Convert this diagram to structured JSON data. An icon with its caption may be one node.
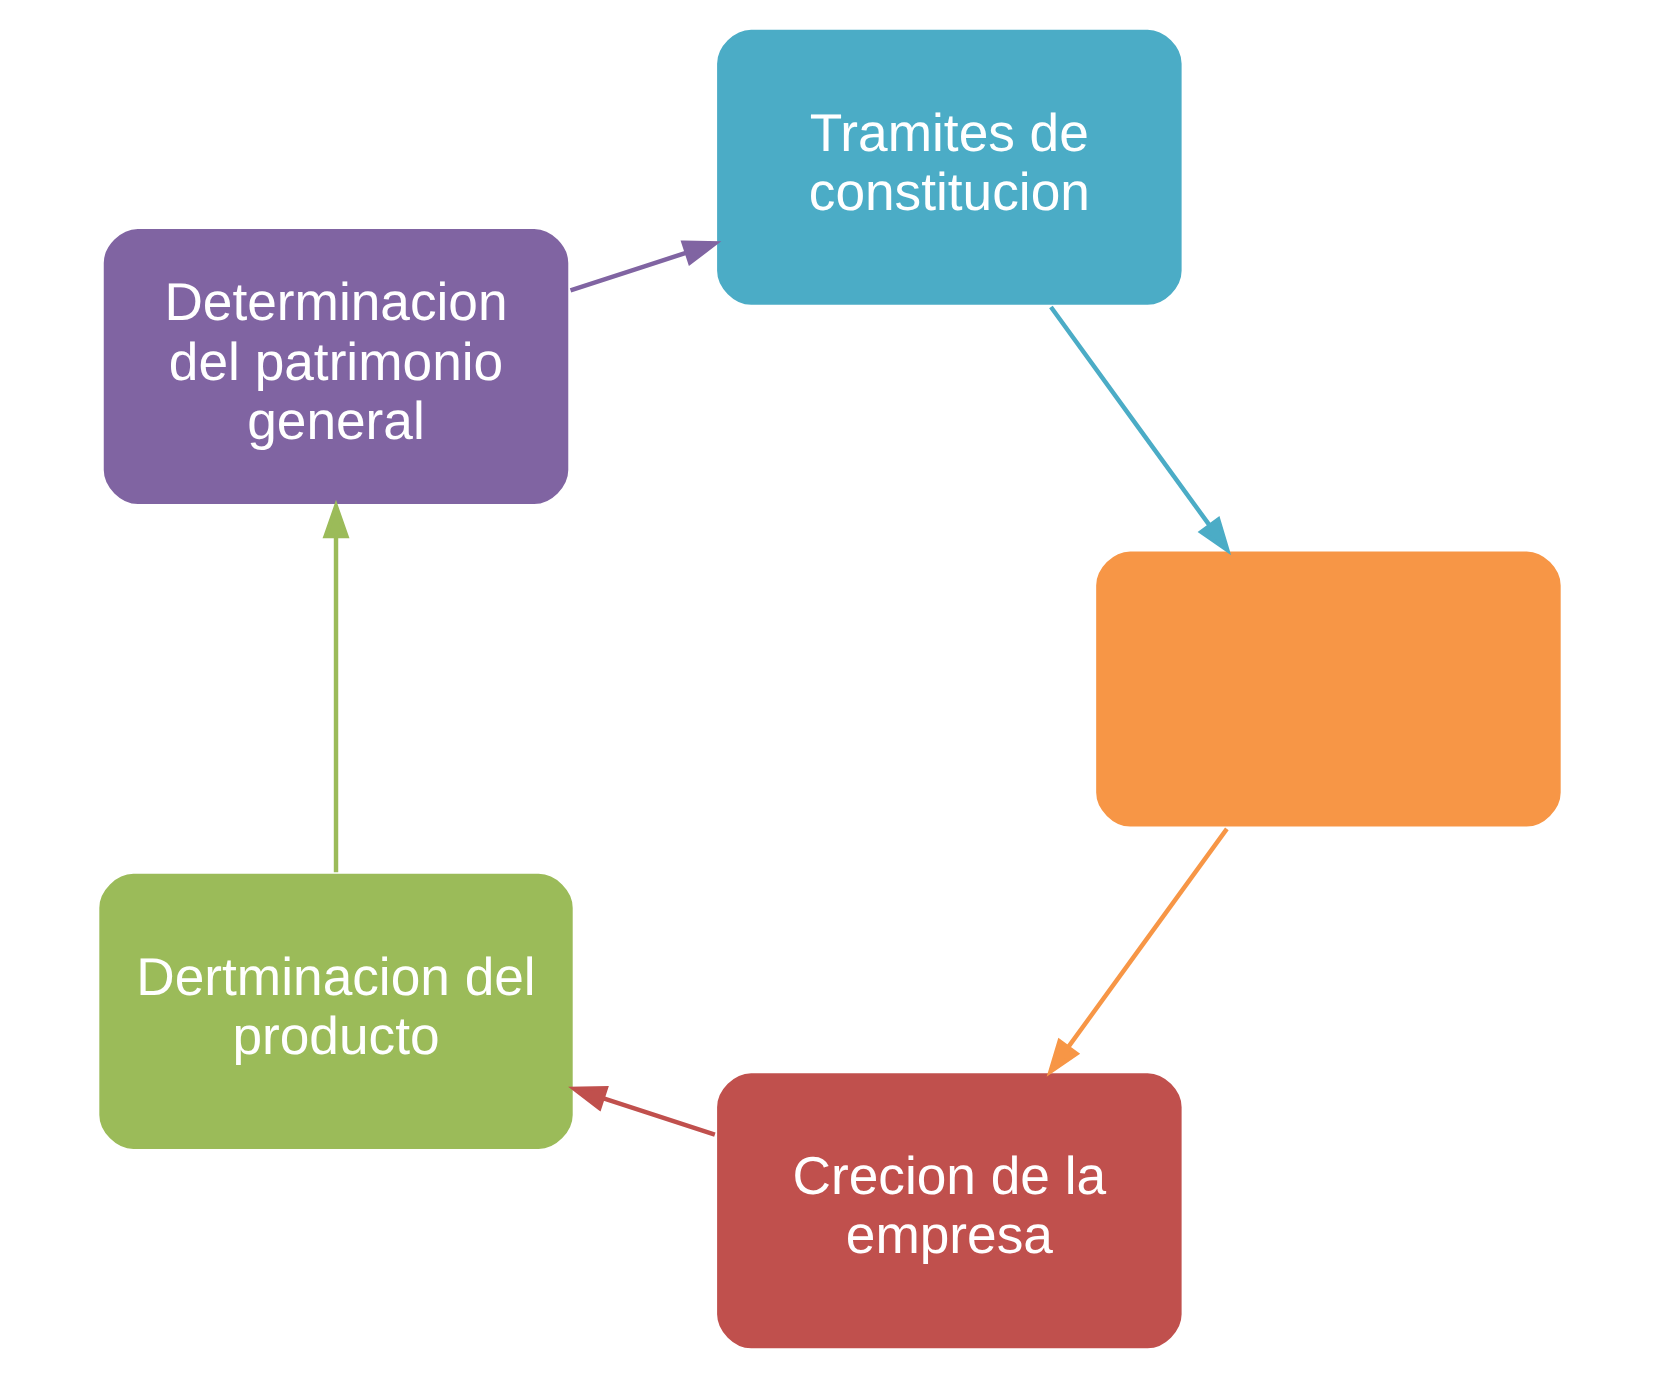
{
  "diagram": {
    "nodes": [
      {
        "text": [
          "Crecion de la empresa"
        ]
      },
      {
        "text": [
          "Dertminacion del producto"
        ]
      },
      {
        "text": [
          "Determinacion del patrimonio general"
        ]
      },
      {
        "text": [
          "Tramites de constitucion"
        ]
      },
      {
        "text": [],
        "shape": "box"
      }
    ],
    "edges": [
      {
        "from": 0,
        "to": 1,
        "arrow": "to",
        "color": "#c0504d"
      },
      {
        "from": 1,
        "to": 2,
        "arrow": "to",
        "color": "#9bbb59"
      },
      {
        "from": 2,
        "to": 3,
        "arrow": "to",
        "color": "#8064a2"
      },
      {
        "from": 3,
        "to": 4,
        "arrow": "to",
        "color": "#4bacc6"
      },
      {
        "from": 4,
        "to": 0,
        "arrow": "to",
        "color": "#f79646"
      }
    ]
  }
}
